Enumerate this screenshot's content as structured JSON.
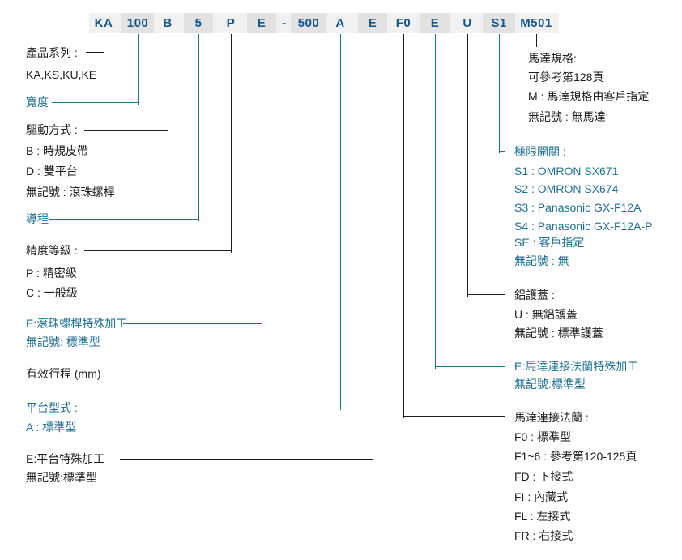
{
  "colors": {
    "code_text": "#14568B",
    "teal_accent": "#1F7090",
    "ink": "#1D1D1B",
    "band_background": "#F1F1F1",
    "shaded_cell": "#E2E2E2",
    "page_background": "#FFFFFF"
  },
  "code": {
    "full": "KA 100 B 5 P E - 500 A E F0 E U S1 M501",
    "tokens": [
      {
        "text": "KA",
        "shaded": false
      },
      {
        "text": "100",
        "shaded": true
      },
      {
        "text": "B",
        "shaded": false
      },
      {
        "text": "5",
        "shaded": true
      },
      {
        "text": "P",
        "shaded": false
      },
      {
        "text": "E",
        "shaded": true
      },
      {
        "text": "-",
        "shaded": false
      },
      {
        "text": "500",
        "shaded": true
      },
      {
        "text": "A",
        "shaded": false
      },
      {
        "text": "E",
        "shaded": true
      },
      {
        "text": "F0",
        "shaded": false
      },
      {
        "text": "E",
        "shaded": true
      },
      {
        "text": "U",
        "shaded": false
      },
      {
        "text": "S1",
        "shaded": true
      },
      {
        "text": "M501",
        "shaded": false
      }
    ]
  },
  "groups": [
    {
      "id": "product-series",
      "token": "KA",
      "side": "left",
      "color": "ink",
      "lines": [
        "產品系列 :",
        "KA,KS,KU,KE"
      ]
    },
    {
      "id": "width",
      "token": "100",
      "side": "left",
      "color": "teal",
      "lines": [
        "寬度"
      ]
    },
    {
      "id": "drive-type",
      "token": "B",
      "side": "left",
      "color": "ink",
      "lines": [
        "驅動方式 :",
        "B : 時規皮帶",
        "D : 雙平台",
        "無記號 : 滾珠螺桿"
      ]
    },
    {
      "id": "lead",
      "token": "5",
      "side": "left",
      "color": "teal",
      "lines": [
        "導程"
      ]
    },
    {
      "id": "accuracy-grade",
      "token": "P",
      "side": "left",
      "color": "ink",
      "lines": [
        "精度等級 :",
        "P : 精密級",
        "C : 一般級"
      ]
    },
    {
      "id": "ballscrew-special",
      "token": "E",
      "side": "left",
      "color": "teal",
      "lines": [
        "E:滾珠螺桿特殊加工",
        "無記號: 標準型"
      ]
    },
    {
      "id": "effective-stroke",
      "token": "500",
      "side": "left",
      "color": "ink",
      "lines": [
        "有效行程 (mm)"
      ]
    },
    {
      "id": "platform-type",
      "token": "A",
      "side": "left",
      "color": "teal",
      "lines": [
        "平台型式 :",
        "A : 標準型"
      ]
    },
    {
      "id": "platform-special",
      "token": "E",
      "side": "left",
      "color": "ink",
      "lines": [
        "E:平台特殊加工",
        "無記號:標準型"
      ]
    },
    {
      "id": "motor-flange",
      "token": "F0",
      "side": "right",
      "color": "ink",
      "lines": [
        "馬達連接法蘭 :",
        "F0 : 標準型",
        "F1~6 : 參考第120-125頁",
        "FD : 下接式",
        "FI : 內藏式",
        "FL : 左接式",
        "FR : 右接式"
      ]
    },
    {
      "id": "flange-special",
      "token": "E",
      "side": "right",
      "color": "teal",
      "lines": [
        "E:馬達連接法蘭特殊加工",
        "無記號:標準型"
      ]
    },
    {
      "id": "cover",
      "token": "U",
      "side": "right",
      "color": "ink",
      "lines": [
        "鋁護蓋 :",
        "U : 無鋁護蓋",
        "無記號 : 標準護蓋"
      ]
    },
    {
      "id": "limit-switch",
      "token": "S1",
      "side": "right",
      "color": "teal",
      "lines": [
        "極限開關 :",
        "S1 : OMRON SX671",
        "S2 : OMRON SX674",
        "S3 : Panasonic GX-F12A",
        "S4 : Panasonic GX-F12A-P",
        "SE : 客戶指定",
        "無記號 : 無"
      ]
    },
    {
      "id": "motor-spec",
      "token": "M501",
      "side": "right",
      "color": "ink",
      "lines": [
        "馬達規格:",
        "可參考第128頁",
        "M : 馬達規格由客戶指定",
        "無記號 : 無馬達"
      ]
    }
  ]
}
